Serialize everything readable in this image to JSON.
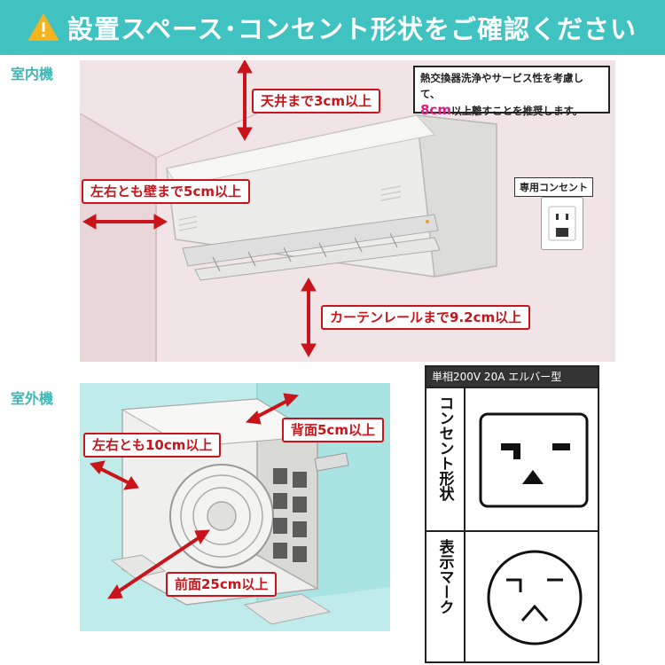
{
  "header": {
    "title": "設置スペース･コンセント形状をご確認ください",
    "warning_icon": "warning-triangle-icon"
  },
  "indoor": {
    "section_label": "室内機",
    "ceiling_callout": "天井まで3cm以上",
    "wall_callout": "左右とも壁まで5cm以上",
    "curtain_callout": "カーテンレールまで9.2cm以上",
    "note_line1": "熱交換器洗浄やサービス性を考慮して、",
    "note_highlight": "8cm",
    "note_line2": "以上離すことを推奨します。",
    "outlet_label": "専用コンセント"
  },
  "outdoor": {
    "section_label": "室外機",
    "sides_callout": "左右とも10cm以上",
    "back_callout": "背面5cm以上",
    "front_callout": "前面25cm以上"
  },
  "spec": {
    "header": "単相200V 20A エルバー型",
    "outlet_shape_label": "コンセント形状",
    "display_mark_label": "表示マーク"
  },
  "colors": {
    "accent": "#3fc2c0",
    "callout_red": "#c9141b",
    "highlight_pink": "#e0197d"
  }
}
